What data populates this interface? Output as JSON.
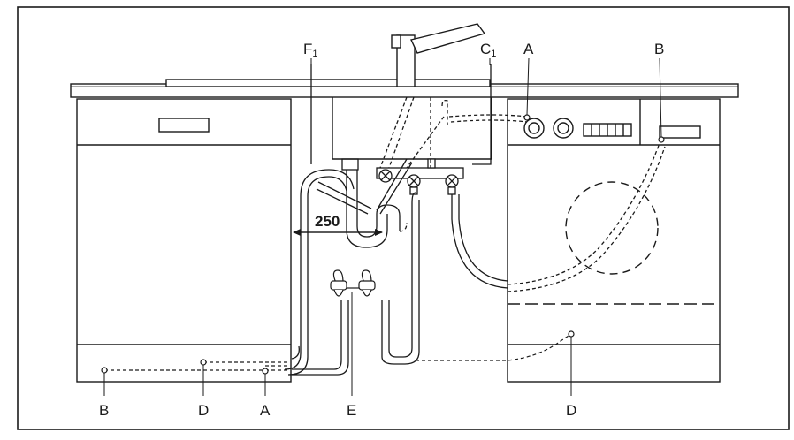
{
  "diagram": {
    "dimension_label": "250",
    "labels": {
      "f1": "F",
      "f1_sub": "1",
      "c1": "C",
      "c1_sub": "1",
      "a_top": "A",
      "b_top": "B",
      "b_bottom": "B",
      "d_bottom_left": "D",
      "a_bottom": "A",
      "e_bottom": "E",
      "d_bottom_right": "D"
    }
  }
}
